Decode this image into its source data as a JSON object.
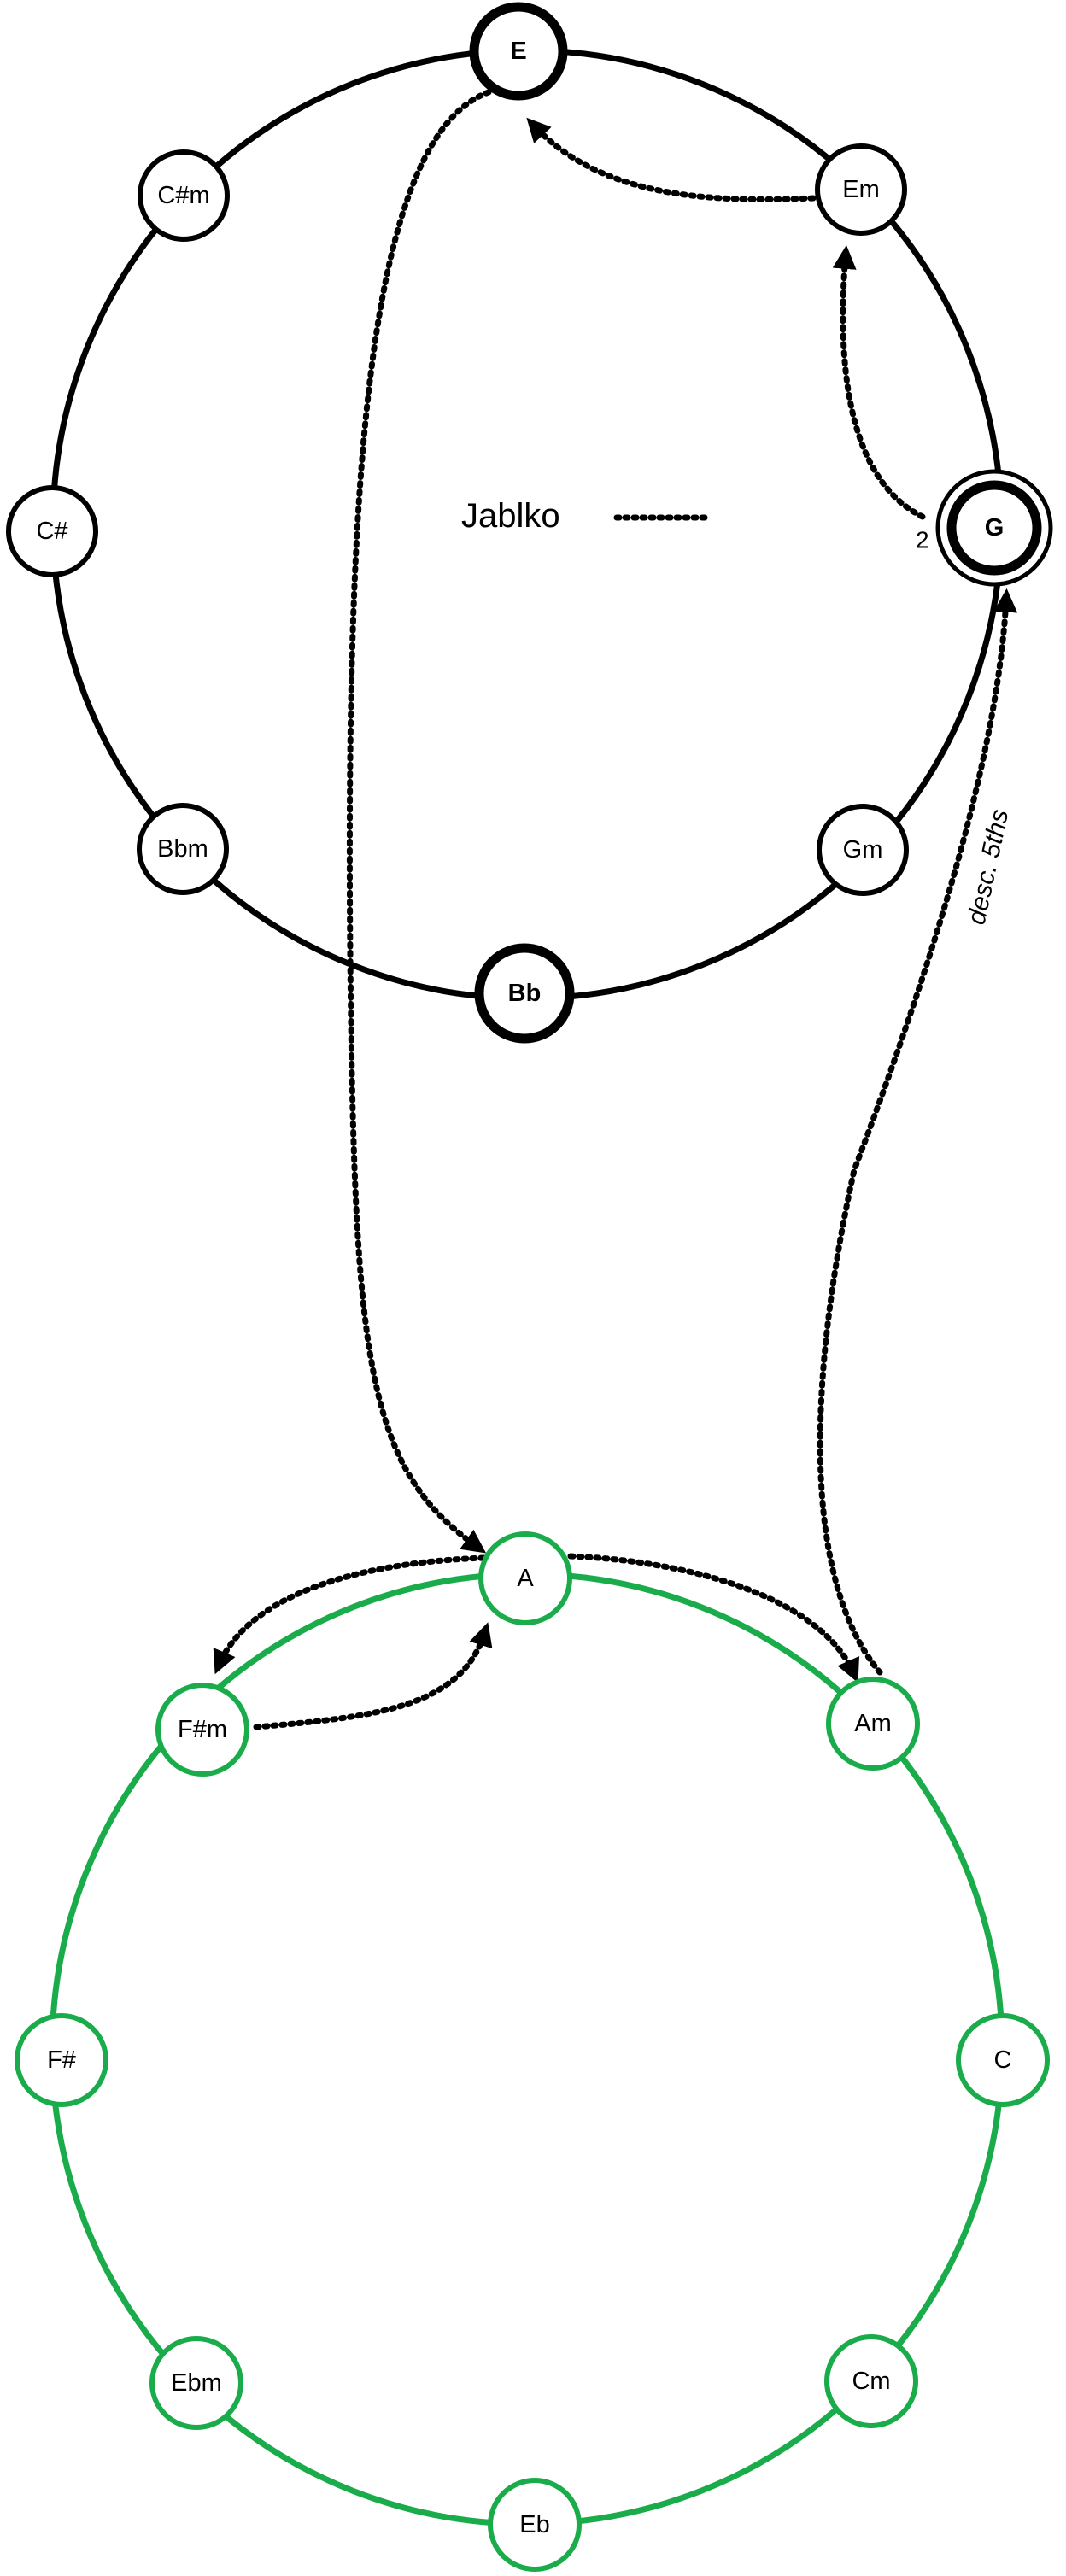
{
  "top_cycle": {
    "color": "#000000",
    "nodes": [
      {
        "key": "E",
        "label": "E",
        "bold": true
      },
      {
        "key": "Em",
        "label": "Em",
        "bold": false
      },
      {
        "key": "G",
        "label": "G",
        "bold": true,
        "double": true
      },
      {
        "key": "Gm",
        "label": "Gm",
        "bold": false
      },
      {
        "key": "Bb",
        "label": "Bb",
        "bold": true
      },
      {
        "key": "Bbm",
        "label": "Bbm",
        "bold": false
      },
      {
        "key": "C#",
        "label": "C#",
        "bold": false
      },
      {
        "key": "C#m",
        "label": "C#m",
        "bold": false
      }
    ]
  },
  "bottom_cycle": {
    "color": "#1aab4b",
    "nodes": [
      {
        "key": "A",
        "label": "A",
        "bold": false
      },
      {
        "key": "Am",
        "label": "Am",
        "bold": false
      },
      {
        "key": "C",
        "label": "C",
        "bold": false
      },
      {
        "key": "Cm",
        "label": "Cm",
        "bold": false
      },
      {
        "key": "Eb",
        "label": "Eb",
        "bold": false
      },
      {
        "key": "Ebm",
        "label": "Ebm",
        "bold": false
      },
      {
        "key": "F#",
        "label": "F#",
        "bold": false
      },
      {
        "key": "F#m",
        "label": "F#m",
        "bold": false
      }
    ]
  },
  "legend": {
    "label": "Jablko"
  },
  "annotations": {
    "g_number": "2",
    "desc_label": "desc. 5ths"
  }
}
